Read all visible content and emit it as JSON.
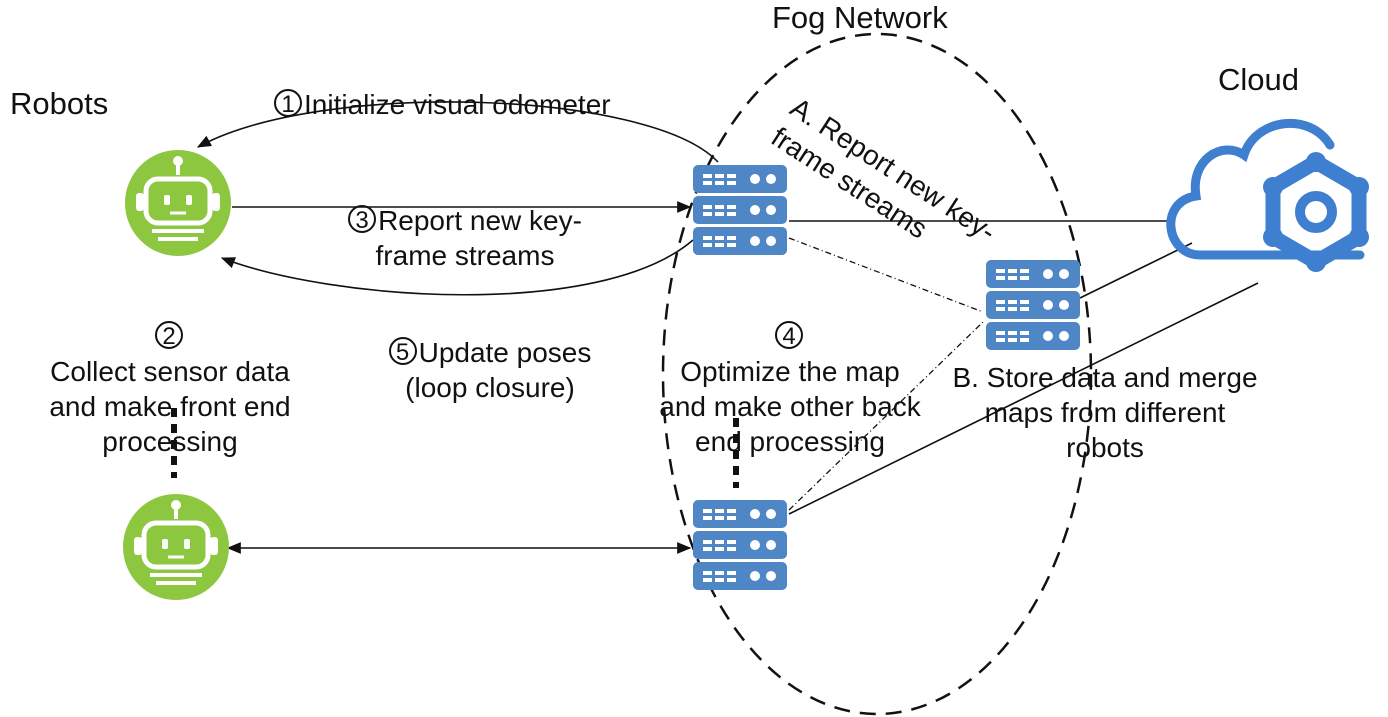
{
  "titles": {
    "robots": "Robots",
    "fog": "Fog Network",
    "cloud": "Cloud"
  },
  "steps": {
    "s1": {
      "num": "1",
      "text": "Initialize visual odometer"
    },
    "s2": {
      "num": "2",
      "text": "Collect sensor data\nand make front end\nprocessing"
    },
    "s3": {
      "num": "3",
      "text": "Report new key-\nframe streams"
    },
    "s4": {
      "num": "4",
      "text": "Optimize the  map\nand make other back\nend processing"
    },
    "s5": {
      "num": "5",
      "text": "Update poses\n(loop closure)"
    },
    "sA": "A. Report new key-\nframe streams",
    "sB": "B. Store data and merge\nmaps from different\nrobots"
  },
  "icons": {
    "robot": "robot-icon",
    "server": "server-rack-icon",
    "cloud": "cloud-gear-icon"
  },
  "colors": {
    "robot_green": "#8dc63f",
    "server_blue": "#4f86c6",
    "cloud_blue": "#3f7fd0"
  }
}
